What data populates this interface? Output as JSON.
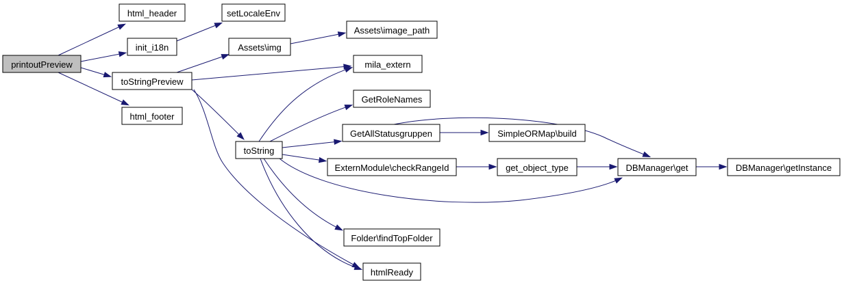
{
  "graph": {
    "edge_color": "#191970",
    "root_fill": "#bfbfbf",
    "nodes": [
      {
        "id": "printoutPreview",
        "label": "printoutPreview",
        "root": true
      },
      {
        "id": "html_header",
        "label": "html_header"
      },
      {
        "id": "init_i18n",
        "label": "init_i18n"
      },
      {
        "id": "toStringPreview",
        "label": "toStringPreview"
      },
      {
        "id": "html_footer",
        "label": "html_footer"
      },
      {
        "id": "setLocaleEnv",
        "label": "setLocaleEnv"
      },
      {
        "id": "assets_img",
        "label": "Assets\\img"
      },
      {
        "id": "assets_image_path",
        "label": "Assets\\image_path"
      },
      {
        "id": "mila_extern",
        "label": "mila_extern"
      },
      {
        "id": "toString",
        "label": "toString"
      },
      {
        "id": "GetRoleNames",
        "label": "GetRoleNames"
      },
      {
        "id": "GetAllStatusgruppen",
        "label": "GetAllStatusgruppen"
      },
      {
        "id": "checkRangeId",
        "label": "ExternModule\\checkRangeId"
      },
      {
        "id": "findTopFolder",
        "label": "Folder\\findTopFolder"
      },
      {
        "id": "htmlReady",
        "label": "htmlReady"
      },
      {
        "id": "simpleormap_build",
        "label": "SimpleORMap\\build"
      },
      {
        "id": "get_object_type",
        "label": "get_object_type"
      },
      {
        "id": "dbmanager_get",
        "label": "DBManager\\get"
      },
      {
        "id": "dbmanager_getInstance",
        "label": "DBManager\\getInstance"
      }
    ],
    "edges": [
      {
        "from": "printoutPreview",
        "to": "html_header"
      },
      {
        "from": "printoutPreview",
        "to": "init_i18n"
      },
      {
        "from": "printoutPreview",
        "to": "toStringPreview"
      },
      {
        "from": "printoutPreview",
        "to": "html_footer"
      },
      {
        "from": "init_i18n",
        "to": "setLocaleEnv"
      },
      {
        "from": "toStringPreview",
        "to": "assets_img"
      },
      {
        "from": "toStringPreview",
        "to": "mila_extern"
      },
      {
        "from": "toStringPreview",
        "to": "toString"
      },
      {
        "from": "toStringPreview",
        "to": "htmlReady"
      },
      {
        "from": "assets_img",
        "to": "assets_image_path"
      },
      {
        "from": "toString",
        "to": "mila_extern"
      },
      {
        "from": "toString",
        "to": "GetRoleNames"
      },
      {
        "from": "toString",
        "to": "GetAllStatusgruppen"
      },
      {
        "from": "toString",
        "to": "checkRangeId"
      },
      {
        "from": "toString",
        "to": "dbmanager_get"
      },
      {
        "from": "toString",
        "to": "findTopFolder"
      },
      {
        "from": "toString",
        "to": "htmlReady"
      },
      {
        "from": "GetAllStatusgruppen",
        "to": "simpleormap_build"
      },
      {
        "from": "GetAllStatusgruppen",
        "to": "dbmanager_get"
      },
      {
        "from": "checkRangeId",
        "to": "get_object_type"
      },
      {
        "from": "get_object_type",
        "to": "dbmanager_get"
      },
      {
        "from": "dbmanager_get",
        "to": "dbmanager_getInstance"
      }
    ]
  }
}
